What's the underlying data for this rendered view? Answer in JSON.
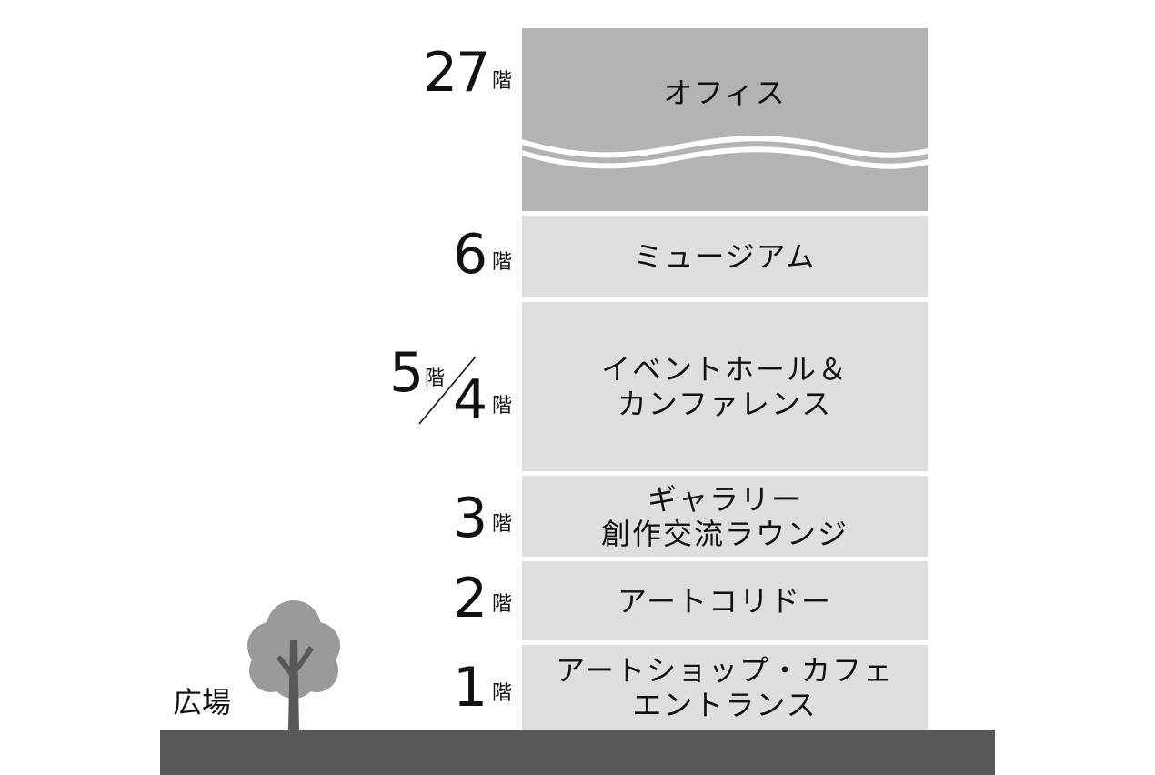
{
  "floors": [
    {
      "level_number": "27",
      "unit": "階",
      "lines": [
        "オフィス"
      ]
    },
    {
      "level_number": "6",
      "unit": "階",
      "lines": [
        "ミュージアム"
      ]
    },
    {
      "level_number_a": "5",
      "level_number_b": "4",
      "unit": "階",
      "lines": [
        "イベントホール＆",
        "カンファレンス"
      ]
    },
    {
      "level_number": "3",
      "unit": "階",
      "lines": [
        "ギャラリー",
        "創作交流ラウンジ"
      ]
    },
    {
      "level_number": "2",
      "unit": "階",
      "lines": [
        "アートコリドー"
      ]
    },
    {
      "level_number": "1",
      "unit": "階",
      "lines": [
        "アートショップ・カフェ",
        "エントランス"
      ]
    }
  ],
  "plaza_label": "広場",
  "colors": {
    "office": "#b3b3b3",
    "floor": "#dedede",
    "ground": "#5a5758",
    "tree_canopy": "#9a9a9a",
    "tree_trunk": "#5a5758"
  },
  "icons": [
    "tree-icon",
    "wave-break-icon"
  ]
}
